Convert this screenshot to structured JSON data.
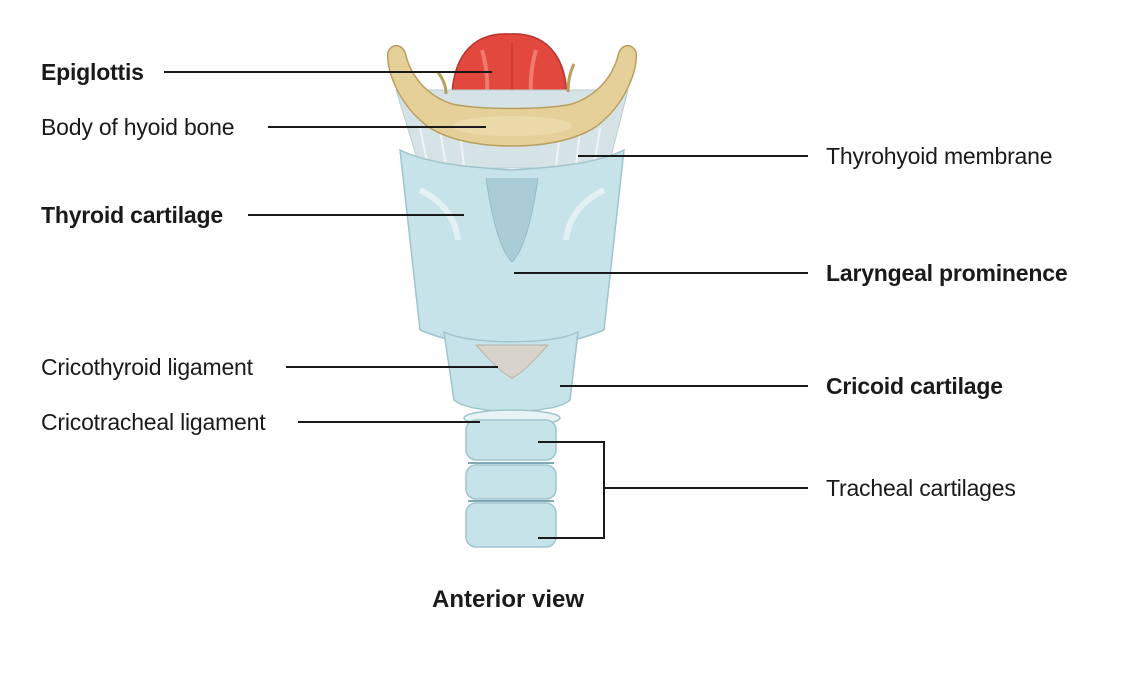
{
  "labels": {
    "epiglottis": "Epiglottis",
    "hyoid": "Body of hyoid bone",
    "thyrohyoid": "Thyrohyoid membrane",
    "thyroid": "Thyroid cartilage",
    "laryngeal": "Laryngeal prominence",
    "cricothyroid": "Cricothyroid ligament",
    "cricoid": "Cricoid cartilage",
    "cricotracheal": "Cricotracheal ligament",
    "tracheal": "Tracheal cartilages"
  },
  "caption": "Anterior view",
  "colors": {
    "cartilage": "#c7e3ea",
    "cartilage_dark": "#a9ccd6",
    "hyoid_bone": "#e6d09a",
    "epiglottis": "#e2483d",
    "membrane": "#d6e3e6",
    "leader_line": "#1a1a1a"
  }
}
